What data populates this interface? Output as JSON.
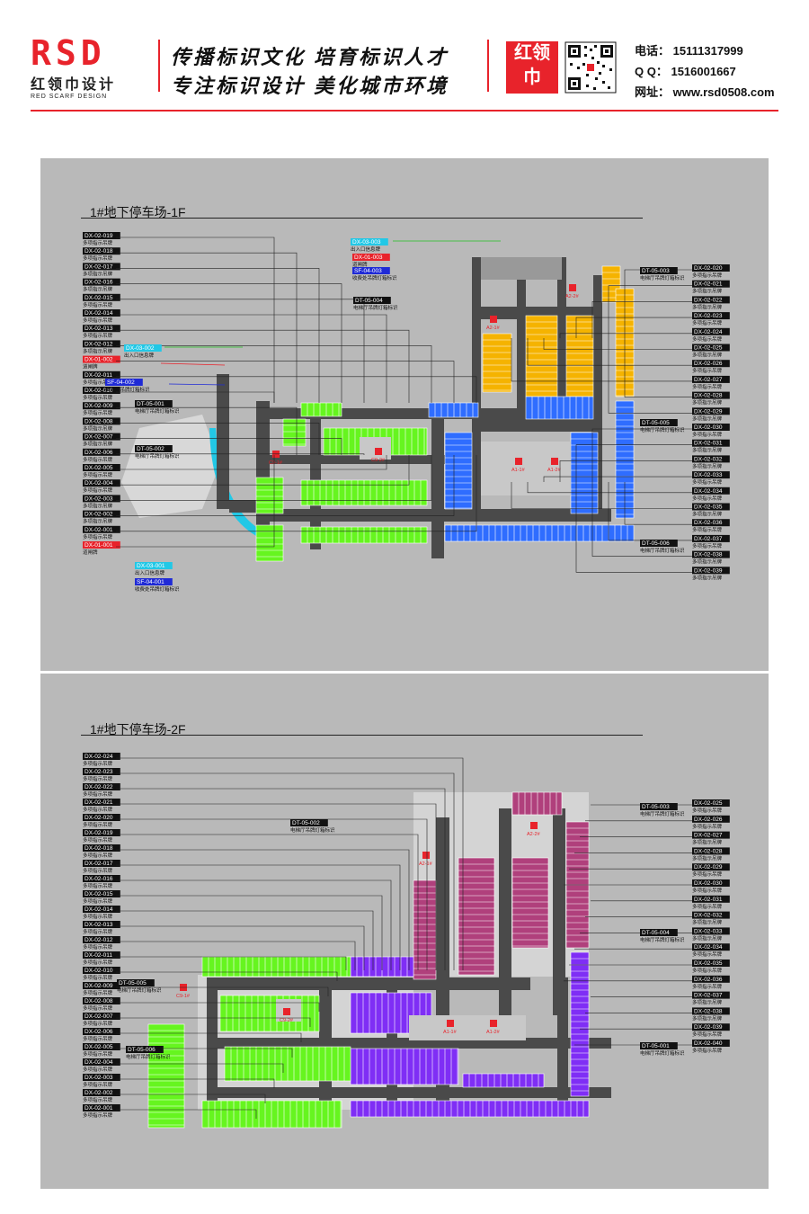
{
  "header": {
    "logo_main": "RSD",
    "logo_cn": "红领巾设计",
    "logo_en": "RED SCARF DESIGN",
    "slogan_line1": "传播标识文化  培育标识人才",
    "slogan_line2": "专注标识设计  美化城市环境",
    "seal_top": "红领",
    "seal_bottom": "巾",
    "phone_label": "电话：",
    "phone": "15111317999",
    "qq_label": "Q  Q：",
    "qq": "1516001667",
    "web_label": "网址：",
    "web": "www.rsd0508.com"
  },
  "colors": {
    "brand_red": "#e8232b",
    "zone_orange": "#f5b300",
    "zone_blue": "#2f6dff",
    "zone_green": "#66f51f",
    "zone_purple": "#7f2ef5",
    "zone_magenta": "#b0407c",
    "road": "#4a4a4a"
  },
  "floor1": {
    "title": "1#地下停车场-1F",
    "left_labels": [
      "DX-02-019",
      "DX-02-018",
      "DX-02-017",
      "DX-02-016",
      "DX-02-015",
      "DX-02-014",
      "DX-02-013",
      "DX-02-012",
      "DX-01-002",
      "DX-02-011",
      "DX-02-010",
      "DX-02-009",
      "DX-02-008",
      "DX-02-007",
      "DX-02-006",
      "DX-02-005",
      "DX-02-004",
      "DX-02-003",
      "DX-02-002",
      "DX-02-001",
      "DX-01-001"
    ],
    "right_labels": [
      "DX-02-020",
      "DX-02-021",
      "DX-02-022",
      "DX-02-023",
      "DX-02-024",
      "DX-02-025",
      "DX-02-026",
      "DX-02-027",
      "DX-02-028",
      "DX-02-029",
      "DX-02-030",
      "DX-02-031",
      "DX-02-032",
      "DX-02-033",
      "DX-02-034",
      "DX-02-035",
      "DX-02-036",
      "DX-02-037",
      "DX-02-038",
      "DX-02-039"
    ],
    "sub_multi": "多项指示吊牌",
    "sub_gate": "道闸牌",
    "inner_labels": [
      {
        "code": "DX-03-003",
        "sub": "出入口信息牌"
      },
      {
        "code": "DX-01-003",
        "sub": "道闸牌"
      },
      {
        "code": "SF-04-003",
        "sub": "收费处吊牌灯箱标识"
      },
      {
        "code": "DT-05-004",
        "sub": "电梯厅吊牌灯箱标识"
      },
      {
        "code": "DX-03-002",
        "sub": "出入口信息牌"
      },
      {
        "code": "SF-04-002",
        "sub": "收费处吊牌灯箱标识"
      },
      {
        "code": "DT-05-001",
        "sub": "电梯厅吊牌灯箱标识"
      },
      {
        "code": "DT-05-002",
        "sub": "电梯厅吊牌灯箱标识"
      },
      {
        "code": "DX-03-001",
        "sub": "出入口信息牌"
      },
      {
        "code": "SF-04-001",
        "sub": "收费处吊牌灯箱标识"
      },
      {
        "code": "DT-05-003",
        "sub": "电梯厅吊牌灯箱标识"
      },
      {
        "code": "DT-05-005",
        "sub": "电梯厅吊牌灯箱标识"
      },
      {
        "code": "DT-05-006",
        "sub": "电梯厅吊牌灯箱标识"
      }
    ],
    "core_labels": [
      "A1-1#",
      "A1-2#",
      "C9-1#",
      "C9-2#",
      "A2-1#",
      "A2-2#"
    ]
  },
  "floor2": {
    "title": "1#地下停车场-2F",
    "left_labels": [
      "DX-02-024",
      "DX-02-023",
      "DX-02-022",
      "DX-02-021",
      "DX-02-020",
      "DX-02-019",
      "DX-02-018",
      "DX-02-017",
      "DX-02-016",
      "DX-02-015",
      "DX-02-014",
      "DX-02-013",
      "DX-02-012",
      "DX-02-011",
      "DX-02-010",
      "DX-02-009",
      "DX-02-008",
      "DX-02-007",
      "DX-02-006",
      "DX-02-005",
      "DX-02-004",
      "DX-02-003",
      "DX-02-002",
      "DX-02-001"
    ],
    "right_labels": [
      "DX-02-025",
      "DX-02-026",
      "DX-02-027",
      "DX-02-028",
      "DX-02-029",
      "DX-02-030",
      "DX-02-031",
      "DX-02-032",
      "DX-02-033",
      "DX-02-034",
      "DX-02-035",
      "DX-02-036",
      "DX-02-037",
      "DX-02-038",
      "DX-02-039",
      "DX-02-040"
    ],
    "sub_multi": "多项指示吊牌",
    "inner_labels": [
      {
        "code": "DT-05-002",
        "sub": "电梯厅吊牌灯箱标识"
      },
      {
        "code": "DT-05-003",
        "sub": "电梯厅吊牌灯箱标识"
      },
      {
        "code": "DT-05-004",
        "sub": "电梯厅吊牌灯箱标识"
      },
      {
        "code": "DT-05-005",
        "sub": "电梯厅吊牌灯箱标识"
      },
      {
        "code": "DT-05-001",
        "sub": "电梯厅吊牌灯箱标识"
      },
      {
        "code": "DT-05-006",
        "sub": "电梯厅吊牌灯箱标识"
      }
    ],
    "core_labels": [
      "A1-1#",
      "A1-2#",
      "C9-1#",
      "C9-2#",
      "A2-1#",
      "A2-2#"
    ]
  }
}
